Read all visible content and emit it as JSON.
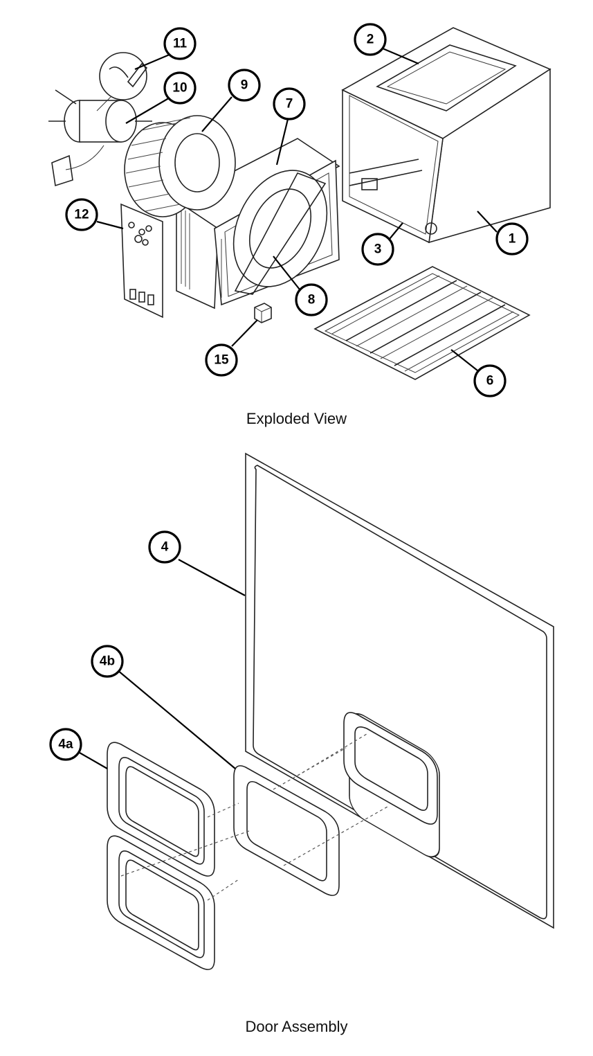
{
  "captions": {
    "exploded": "Exploded View",
    "door": "Door Assembly"
  },
  "callouts": {
    "c1": "1",
    "c2": "2",
    "c3": "3",
    "c4": "4",
    "c4a": "4a",
    "c4b": "4b",
    "c6": "6",
    "c7": "7",
    "c8": "8",
    "c9": "9",
    "c10": "10",
    "c11": "11",
    "c12": "12",
    "c15": "15"
  }
}
